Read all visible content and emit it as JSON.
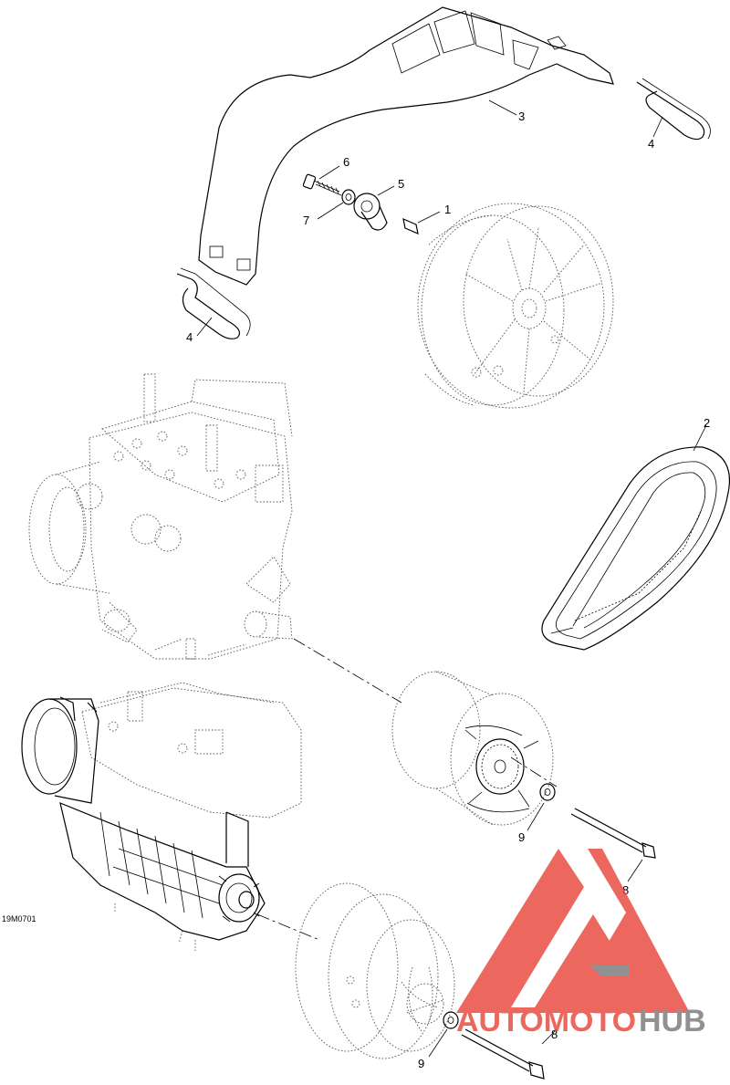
{
  "diagram": {
    "drawing_code": "19M0701",
    "callouts": [
      {
        "id": "c1",
        "label": "1"
      },
      {
        "id": "c2",
        "label": "2"
      },
      {
        "id": "c3",
        "label": "3"
      },
      {
        "id": "c4a",
        "label": "4"
      },
      {
        "id": "c4b",
        "label": "4"
      },
      {
        "id": "c5",
        "label": "5"
      },
      {
        "id": "c6",
        "label": "6"
      },
      {
        "id": "c7",
        "label": "7"
      },
      {
        "id": "c8a",
        "label": "8"
      },
      {
        "id": "c8b",
        "label": "8"
      },
      {
        "id": "c9a",
        "label": "9"
      },
      {
        "id": "c9b",
        "label": "9"
      }
    ]
  },
  "watermark": {
    "part1": "AUTOMOTO",
    "part2": "HUB",
    "color_red": "#e8483c",
    "color_gray": "#7a7a7a"
  }
}
